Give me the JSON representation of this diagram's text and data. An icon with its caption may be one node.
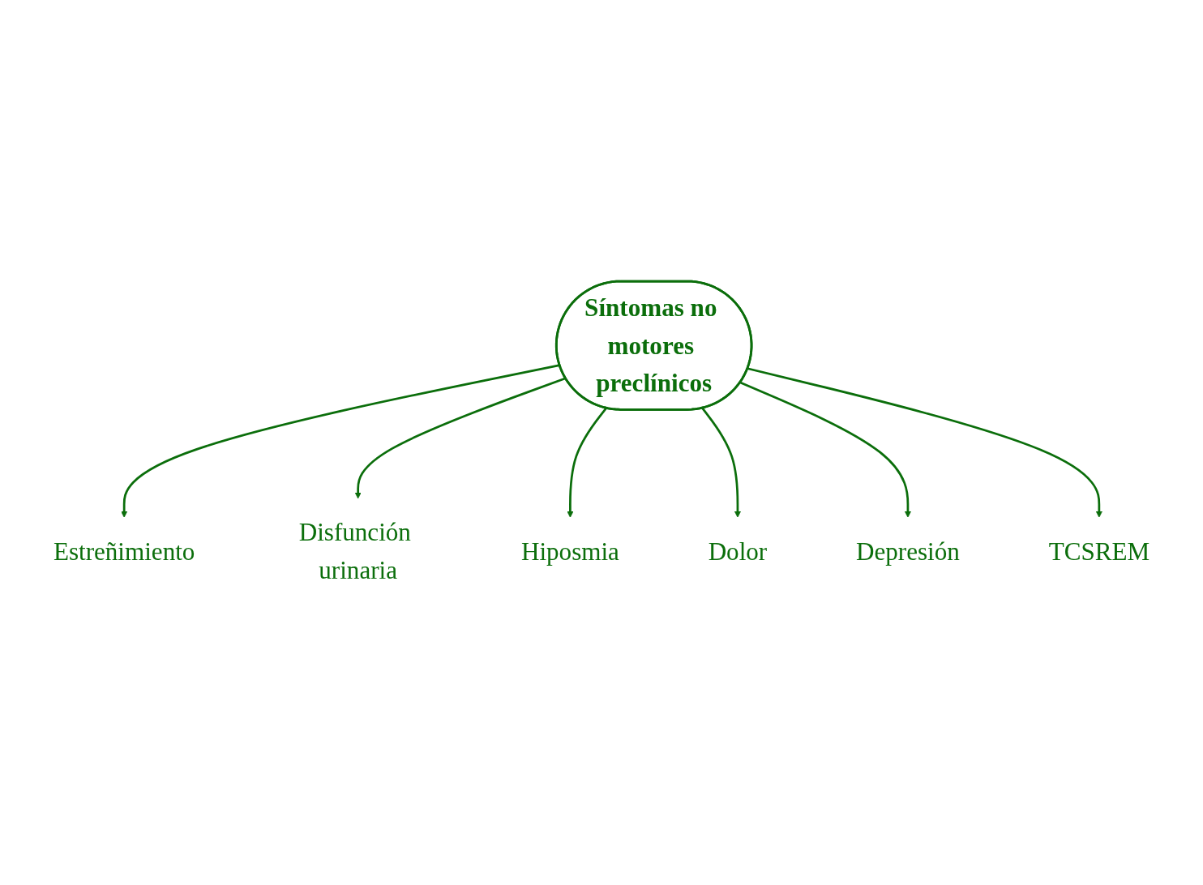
{
  "diagram": {
    "nodes": [
      {
        "text": [
          "Síntomas no motores preclínicos"
        ]
      },
      {
        "text": [
          "Estreñimiento"
        ]
      },
      {
        "text": [
          "Disfunción urinaria"
        ]
      },
      {
        "text": [
          "Hiposmia"
        ]
      },
      {
        "text": [
          "Dolor"
        ]
      },
      {
        "text": [
          "Depresión"
        ]
      },
      {
        "text": [
          "TCSREM"
        ]
      }
    ],
    "edges": [
      {
        "from": 0,
        "to": 1,
        "arrow": "to"
      },
      {
        "from": 0,
        "to": 2,
        "arrow": "to"
      },
      {
        "from": 0,
        "to": 3,
        "arrow": "to"
      },
      {
        "from": 0,
        "to": 4,
        "arrow": "to"
      },
      {
        "from": 0,
        "to": 5,
        "arrow": "to"
      },
      {
        "from": 0,
        "to": 6,
        "arrow": "to"
      }
    ]
  }
}
